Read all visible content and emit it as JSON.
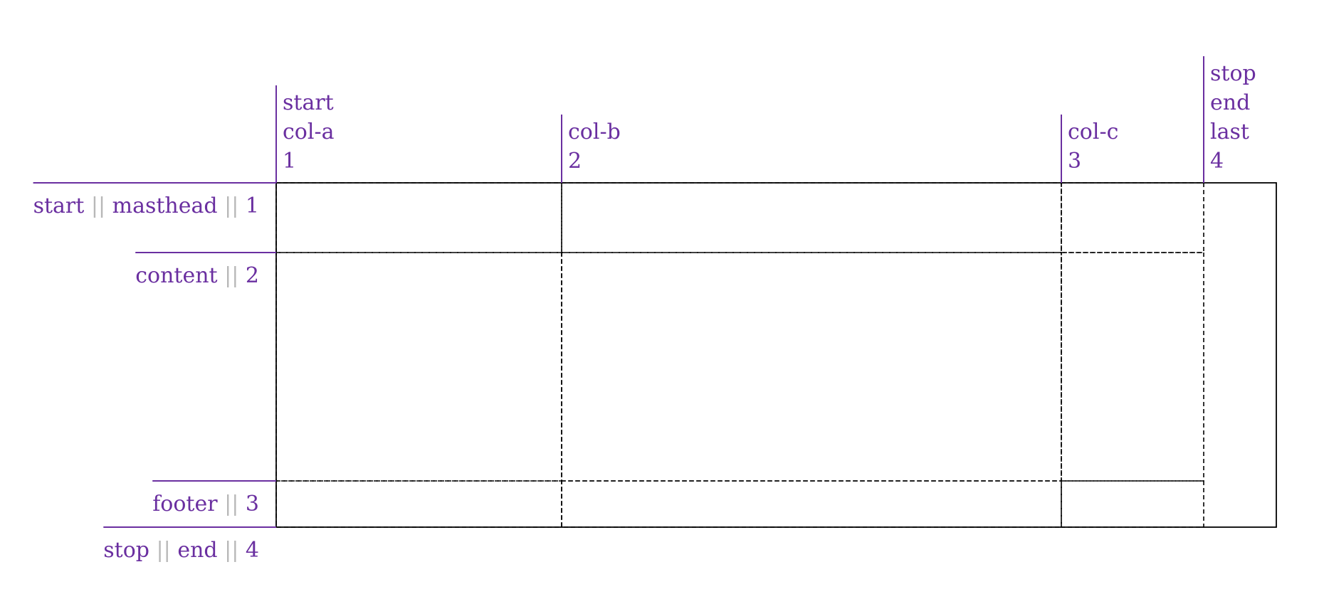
{
  "colors": {
    "label": "#6a2fa0",
    "separator": "#b8b8b8",
    "outline": "#000000"
  },
  "column_lines": [
    {
      "names": [
        "start",
        "col-a"
      ],
      "number": "1"
    },
    {
      "names": [
        "col-b"
      ],
      "number": "2"
    },
    {
      "names": [
        "col-c"
      ],
      "number": "3"
    },
    {
      "names": [
        "stop",
        "end",
        "last"
      ],
      "number": "4"
    }
  ],
  "row_lines": [
    {
      "names": [
        "start",
        "masthead"
      ],
      "number": "1"
    },
    {
      "names": [
        "content"
      ],
      "number": "2"
    },
    {
      "names": [
        "footer"
      ],
      "number": "3"
    },
    {
      "names": [
        "stop",
        "end"
      ],
      "number": "4"
    }
  ],
  "separator": "||"
}
